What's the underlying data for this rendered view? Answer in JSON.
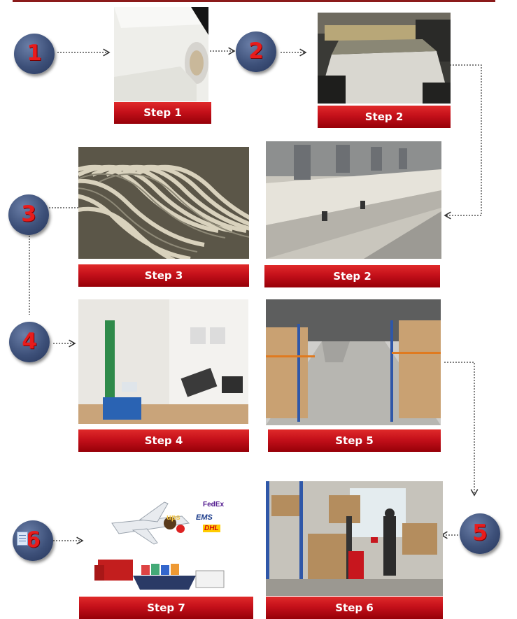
{
  "circles": {
    "c1": "1",
    "c2": "2",
    "c3": "3",
    "c4": "4",
    "c5": "5",
    "c6": "6"
  },
  "steps": {
    "s1": "Step 1",
    "s2a": "Step 2",
    "s2b": "Step 2",
    "s3": "Step 3",
    "s4": "Step 4",
    "s5": "Step 5",
    "s6": "Step 6",
    "s7": "Step 7"
  },
  "photo7": {
    "logo1": "ups",
    "logo2": "FedEx",
    "logo3": "EMS",
    "logo4": "DHL"
  },
  "colors": {
    "accent_red": "#c4101a",
    "circle_blue": "#3d5079",
    "number_red": "#e81c1c"
  }
}
